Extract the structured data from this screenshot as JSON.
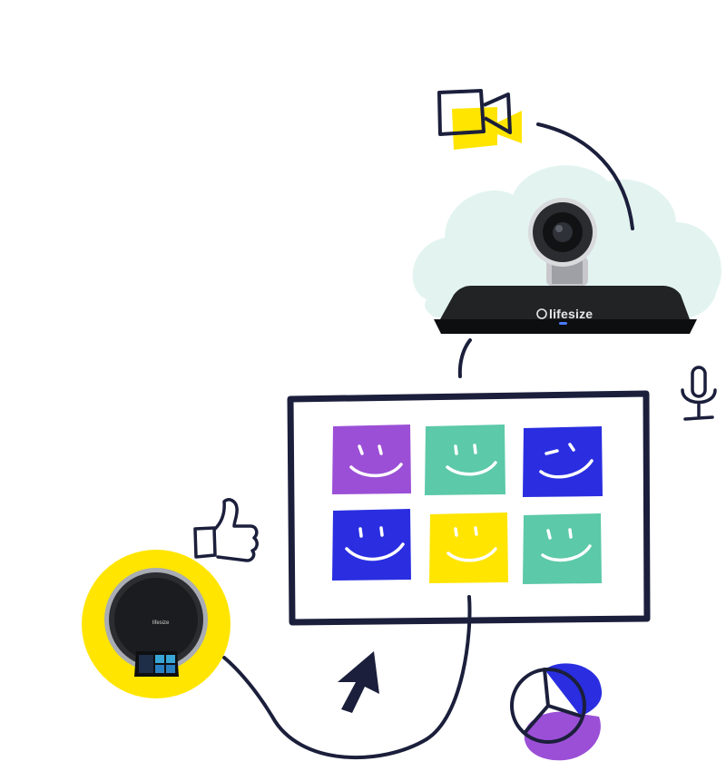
{
  "branding": {
    "camera_logo_text": "lifesize",
    "phone_logo_text": "lifesize"
  },
  "colors": {
    "ink": "#1b1f3b",
    "yellow": "#ffe500",
    "purple": "#9b4fd6",
    "teal": "#5cc9a8",
    "blue": "#2a2ee0",
    "cloud": "#e3f4f0"
  },
  "icons": [
    "video-camera-icon",
    "microphone-icon",
    "thumbs-up-icon",
    "cursor-icon",
    "pie-chart-icon"
  ],
  "tiles": [
    {
      "color": "purple",
      "face": "smile"
    },
    {
      "color": "teal",
      "face": "smile"
    },
    {
      "color": "blue",
      "face": "wink"
    },
    {
      "color": "blue",
      "face": "smile"
    },
    {
      "color": "yellow",
      "face": "smile"
    },
    {
      "color": "teal",
      "face": "smile"
    }
  ]
}
